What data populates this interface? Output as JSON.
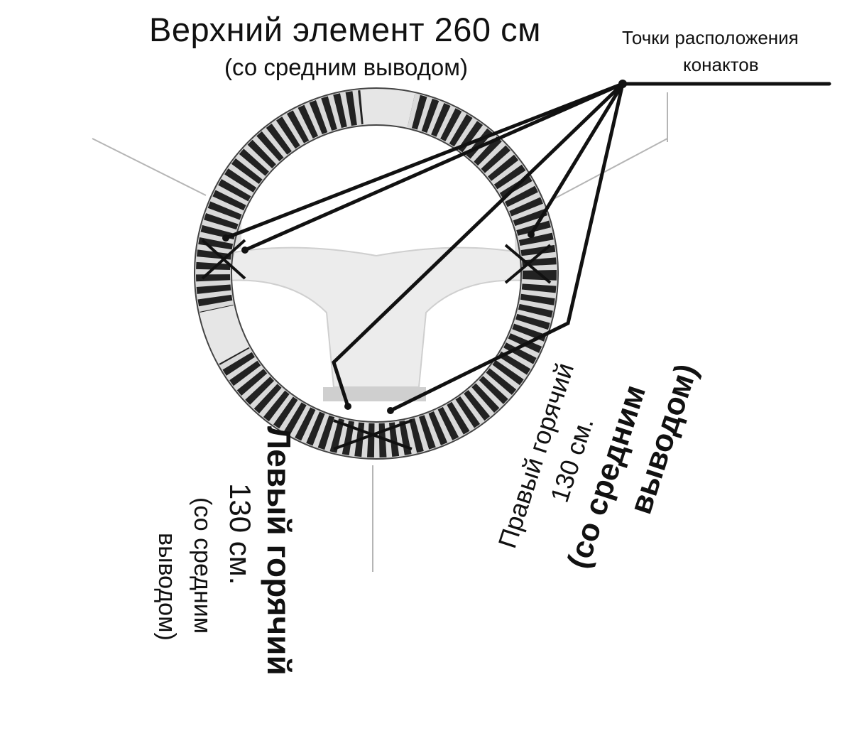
{
  "labels": {
    "top_title": "Верхний элемент 260 см",
    "top_subtitle": "(со средним выводом)",
    "contacts_line1": "Точки расположения",
    "contacts_line2": "конактов",
    "left_line1": "Левый горячий",
    "left_line2": "130 см.",
    "left_line3": "(со средним",
    "left_line4": "выводом)",
    "right_line1": "Правый горячий",
    "right_line2": "130 см.",
    "right_line3": "(со средним",
    "right_line4": "выводом)"
  },
  "colors": {
    "ink": "#111111",
    "band_light": "#d9d9d9",
    "faint_line": "#b5b5b5",
    "background": "#ffffff"
  }
}
